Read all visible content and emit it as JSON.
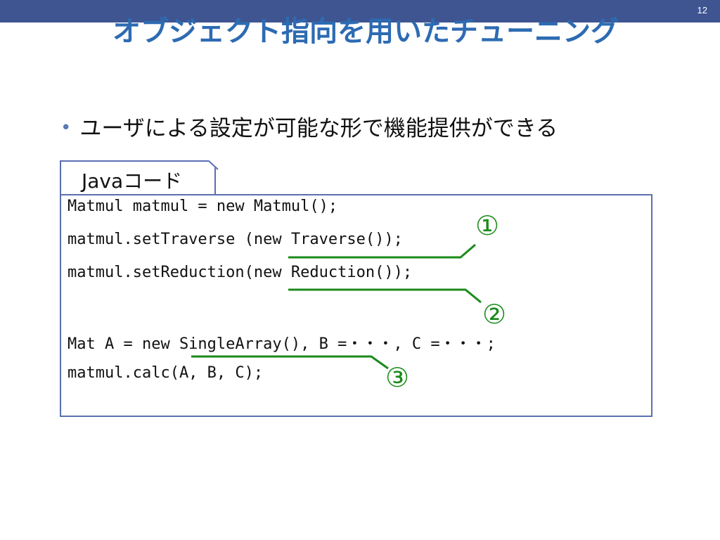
{
  "slide": {
    "page_number": "12",
    "title": "オブジェクト指向を用いたチューニング",
    "bullet_text": "ユーザによる設定が可能な形で機能提供ができる"
  },
  "code_panel": {
    "tab_label": "Javaコード",
    "lines": [
      "Matmul matmul = new Matmul();",
      "matmul.setTraverse (new Traverse());",
      "matmul.setReduction(new Reduction());",
      "Mat A = new SingleArray(), B =・・・, C =・・・;",
      "matmul.calc(A, B, C);"
    ]
  },
  "annotations": {
    "marker_1": "①",
    "marker_2": "②",
    "marker_3": "③",
    "accent_color": "#1a8a1a"
  },
  "colors": {
    "top_bar": "#3f5591",
    "title": "#2d6bb2",
    "border": "#5a6fb0"
  }
}
